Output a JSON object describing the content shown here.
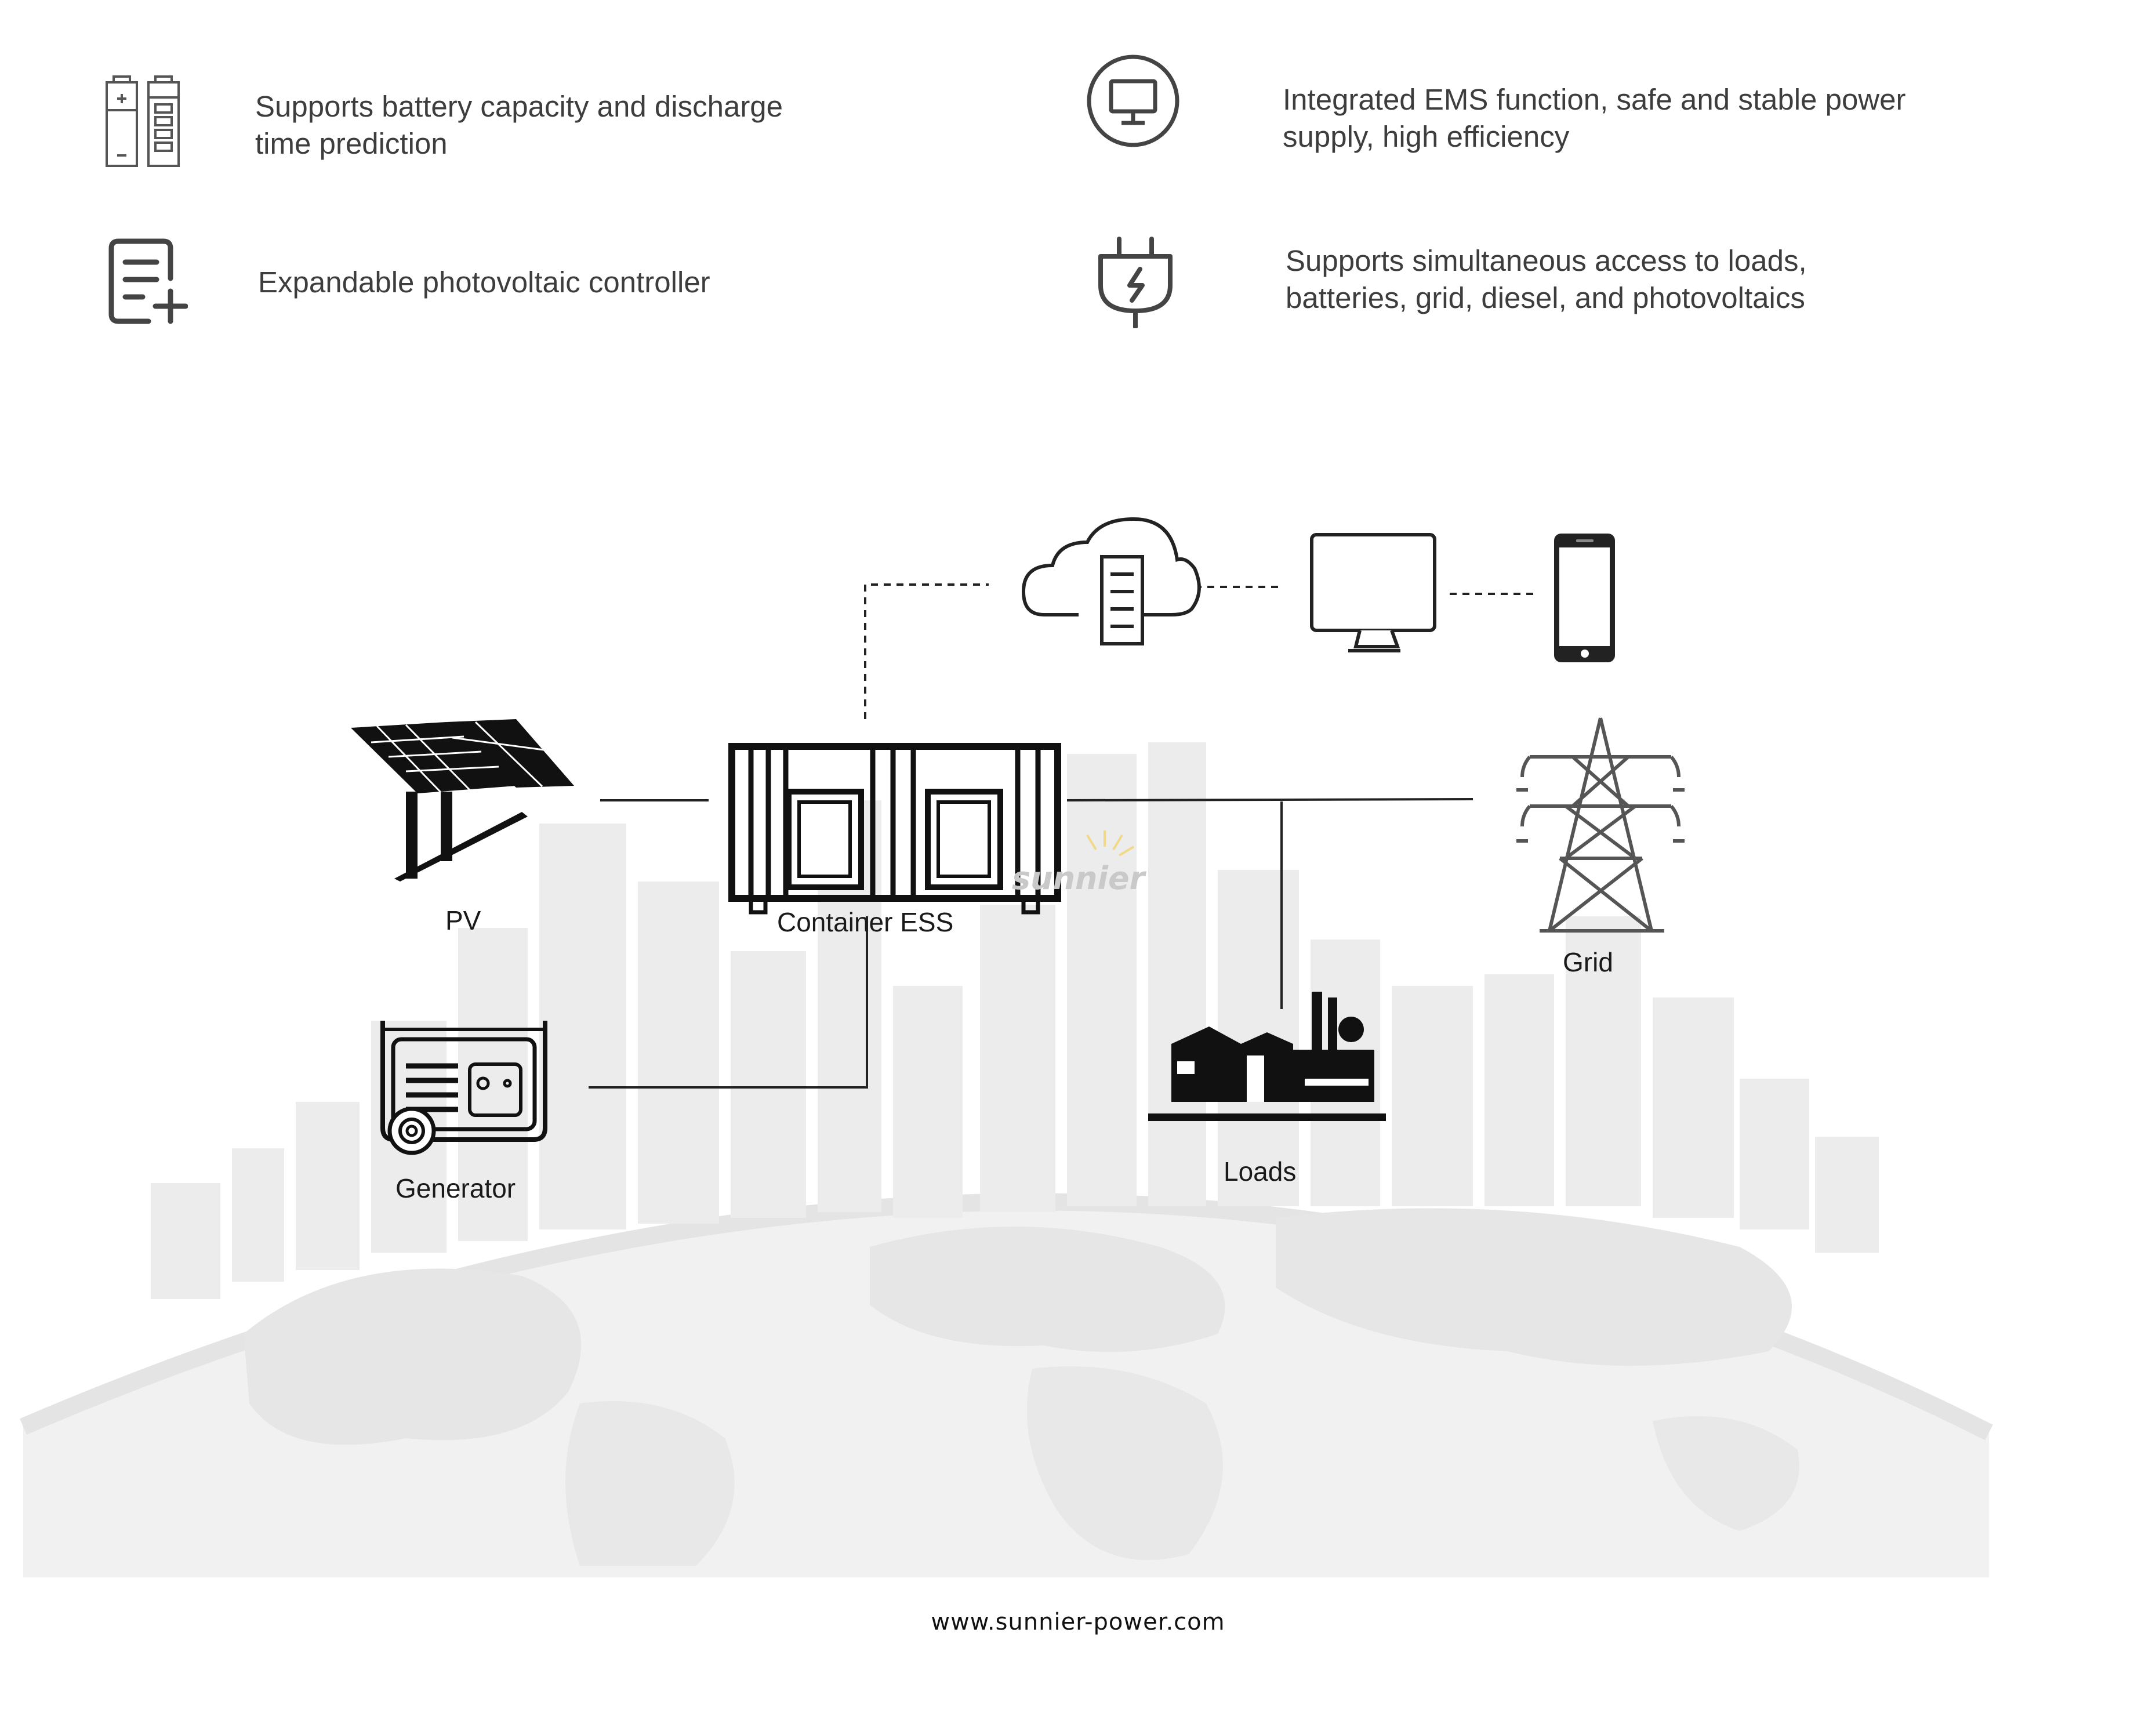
{
  "features": [
    {
      "icon": "battery-icon",
      "text_lines": [
        "Supports battery capacity and discharge",
        "time prediction"
      ]
    },
    {
      "icon": "monitor-icon",
      "text_lines": [
        "Integrated EMS function, safe and stable power",
        "supply, high efficiency"
      ]
    },
    {
      "icon": "document-add-icon",
      "text_lines": [
        "Expandable photovoltaic controller"
      ]
    },
    {
      "icon": "plug-icon",
      "text_lines": [
        "Supports simultaneous access to loads,",
        "batteries, grid, diesel, and photovoltaics"
      ]
    }
  ],
  "diagram": {
    "nodes": {
      "pv": "PV",
      "container": "Container ESS",
      "grid": "Grid",
      "generator": "Generator",
      "loads": "Loads"
    },
    "watermark": "sunnier"
  },
  "footer": "www.sunnier-power.com"
}
